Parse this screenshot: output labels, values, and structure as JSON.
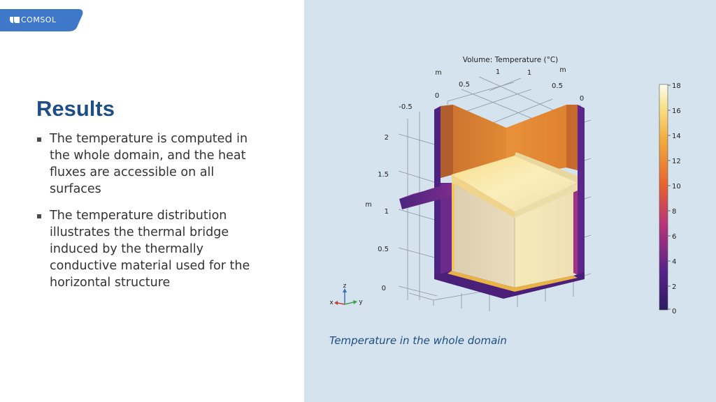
{
  "logo": {
    "text": "COMSOL"
  },
  "slide": {
    "title": "Results",
    "bullets": [
      "The temperature is computed in the whole domain, and the heat fluxes are accessible on all surfaces",
      "The temperature distribution illustrates the thermal bridge induced by the thermally conductive material used for the horizontal structure"
    ]
  },
  "figure": {
    "plot_title": "Volume: Temperature (°C)",
    "caption": "Temperature in the whole domain",
    "axis_unit": "m",
    "top_ticks": [
      "-0.5",
      "0",
      "0.5",
      "1",
      "1",
      "0.5",
      "0"
    ],
    "z_ticks": [
      "2",
      "1.5",
      "1",
      "0.5",
      "0"
    ],
    "triad": {
      "z": "z",
      "x": "x",
      "y": "y"
    },
    "colorbar": {
      "ticks": [
        "18",
        "16",
        "14",
        "12",
        "10",
        "8",
        "6",
        "4",
        "2",
        "0"
      ],
      "min": 0,
      "max": 18
    },
    "colors": {
      "cold": "#3b1e70",
      "mid": "#e8702a",
      "warm": "#f6d56b",
      "hot": "#fdfbe4"
    }
  }
}
